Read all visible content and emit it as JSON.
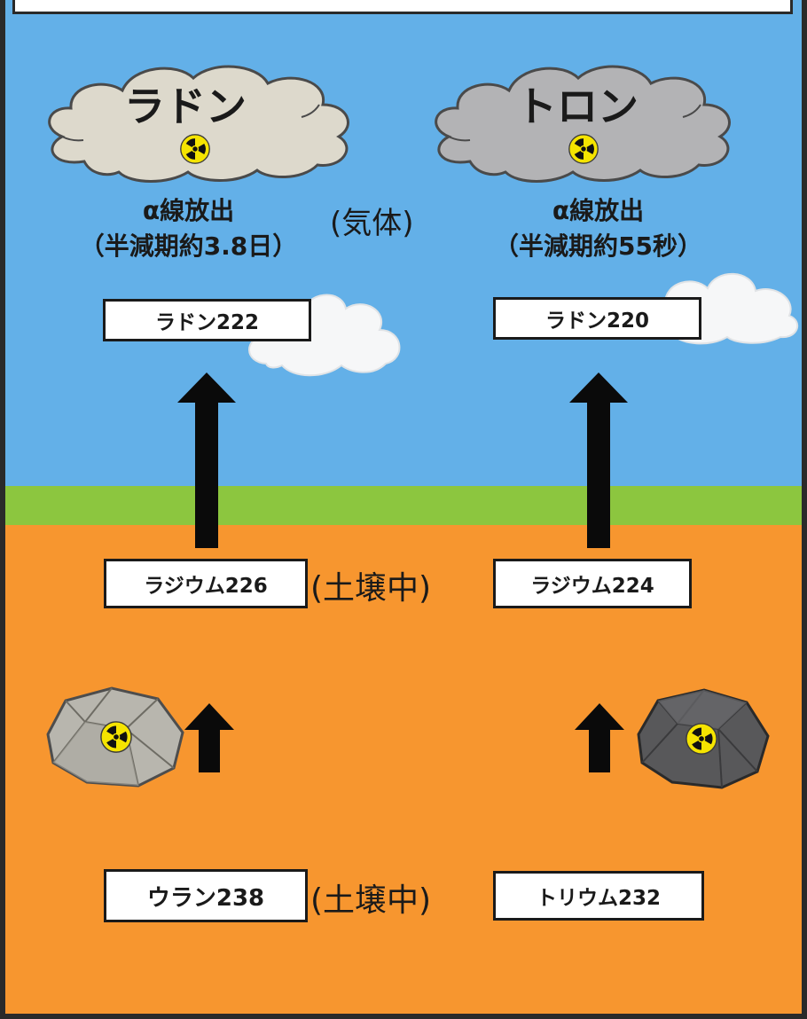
{
  "gases": {
    "radon": {
      "name": "ラドン",
      "decay_line1": "α線放出",
      "decay_line2": "（半減期約3.8日）",
      "isotope": "ラドン222"
    },
    "thoron": {
      "name": "トロン",
      "decay_line1": "α線放出",
      "decay_line2": "（半減期約55秒）",
      "isotope": "ラドン220"
    }
  },
  "gas_state_label": "(気体)",
  "soil_state_label": "(土壌中)",
  "parents": {
    "radium226": "ラジウム226",
    "radium224": "ラジウム224",
    "uranium238": "ウラン238",
    "thorium232": "トリウム232"
  },
  "colors": {
    "sky": "#63b0e8",
    "grass": "#8cc63f",
    "soil": "#f7962f",
    "radon_cloud": "#ddd9cc",
    "thoron_cloud": "#b3b3b5",
    "radiation_symbol": "#f5e400",
    "arrow": "#0a0a0a"
  },
  "icons": [
    "radiation-icon",
    "cloud-icon",
    "rock-icon",
    "up-arrow-icon"
  ]
}
